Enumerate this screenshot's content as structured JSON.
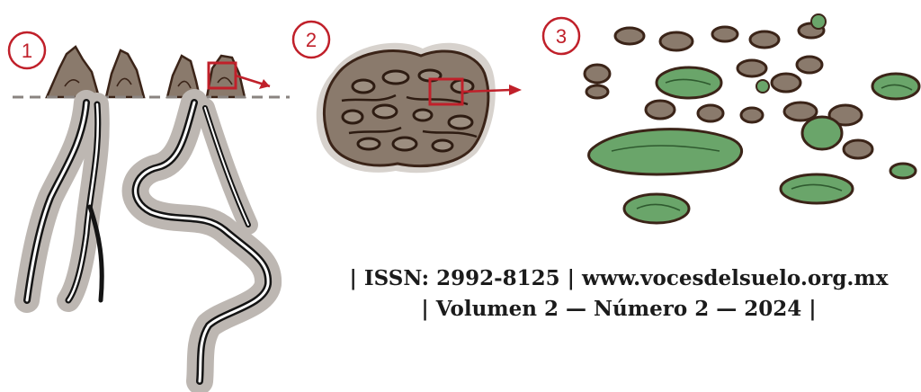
{
  "panels": [
    {
      "number": "1"
    },
    {
      "number": "2"
    },
    {
      "number": "3"
    }
  ],
  "caption": {
    "line1": "| ISSN: 2992-8125 | www.vocesdelsuelo.org.mx",
    "line2": "| Volumen 2  —  Número 2  —  2024 |"
  },
  "colors": {
    "accent_red": "#c0202a",
    "soil_brown": "#8a7a6c",
    "outline_dark": "#3b2418",
    "halo_grey": "#bdb7b2",
    "moss_green": "#6aa56a"
  }
}
